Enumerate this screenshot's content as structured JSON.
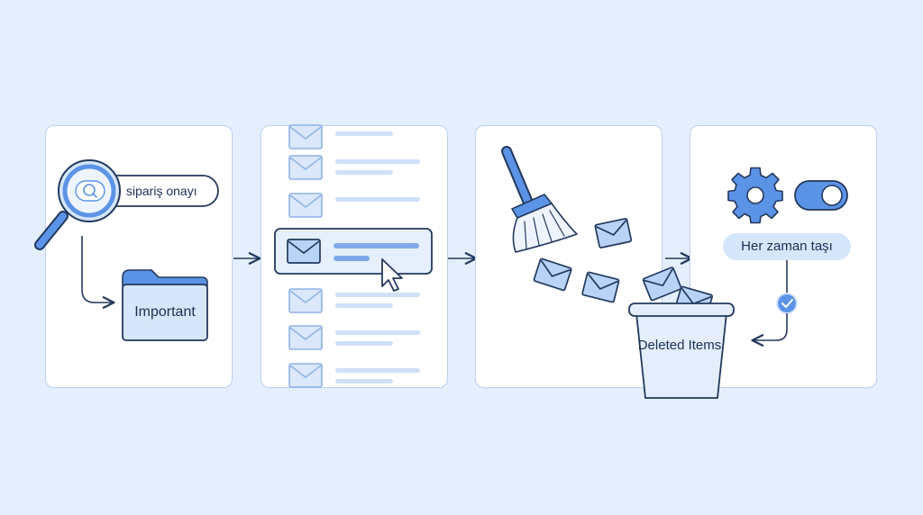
{
  "steps": [
    {
      "id": "search",
      "search_query": "sipariş onayı",
      "folder_name": "Important"
    },
    {
      "id": "select"
    },
    {
      "id": "sweep",
      "bin_label": "Deleted Items"
    },
    {
      "id": "rule",
      "rule_label": "Her zaman taşı"
    }
  ],
  "colors": {
    "background": "#e4eefc",
    "panel": "#ffffff",
    "accent": "#5b93e6",
    "accent_light": "#d6e6fb",
    "ink": "#1b2f52"
  }
}
